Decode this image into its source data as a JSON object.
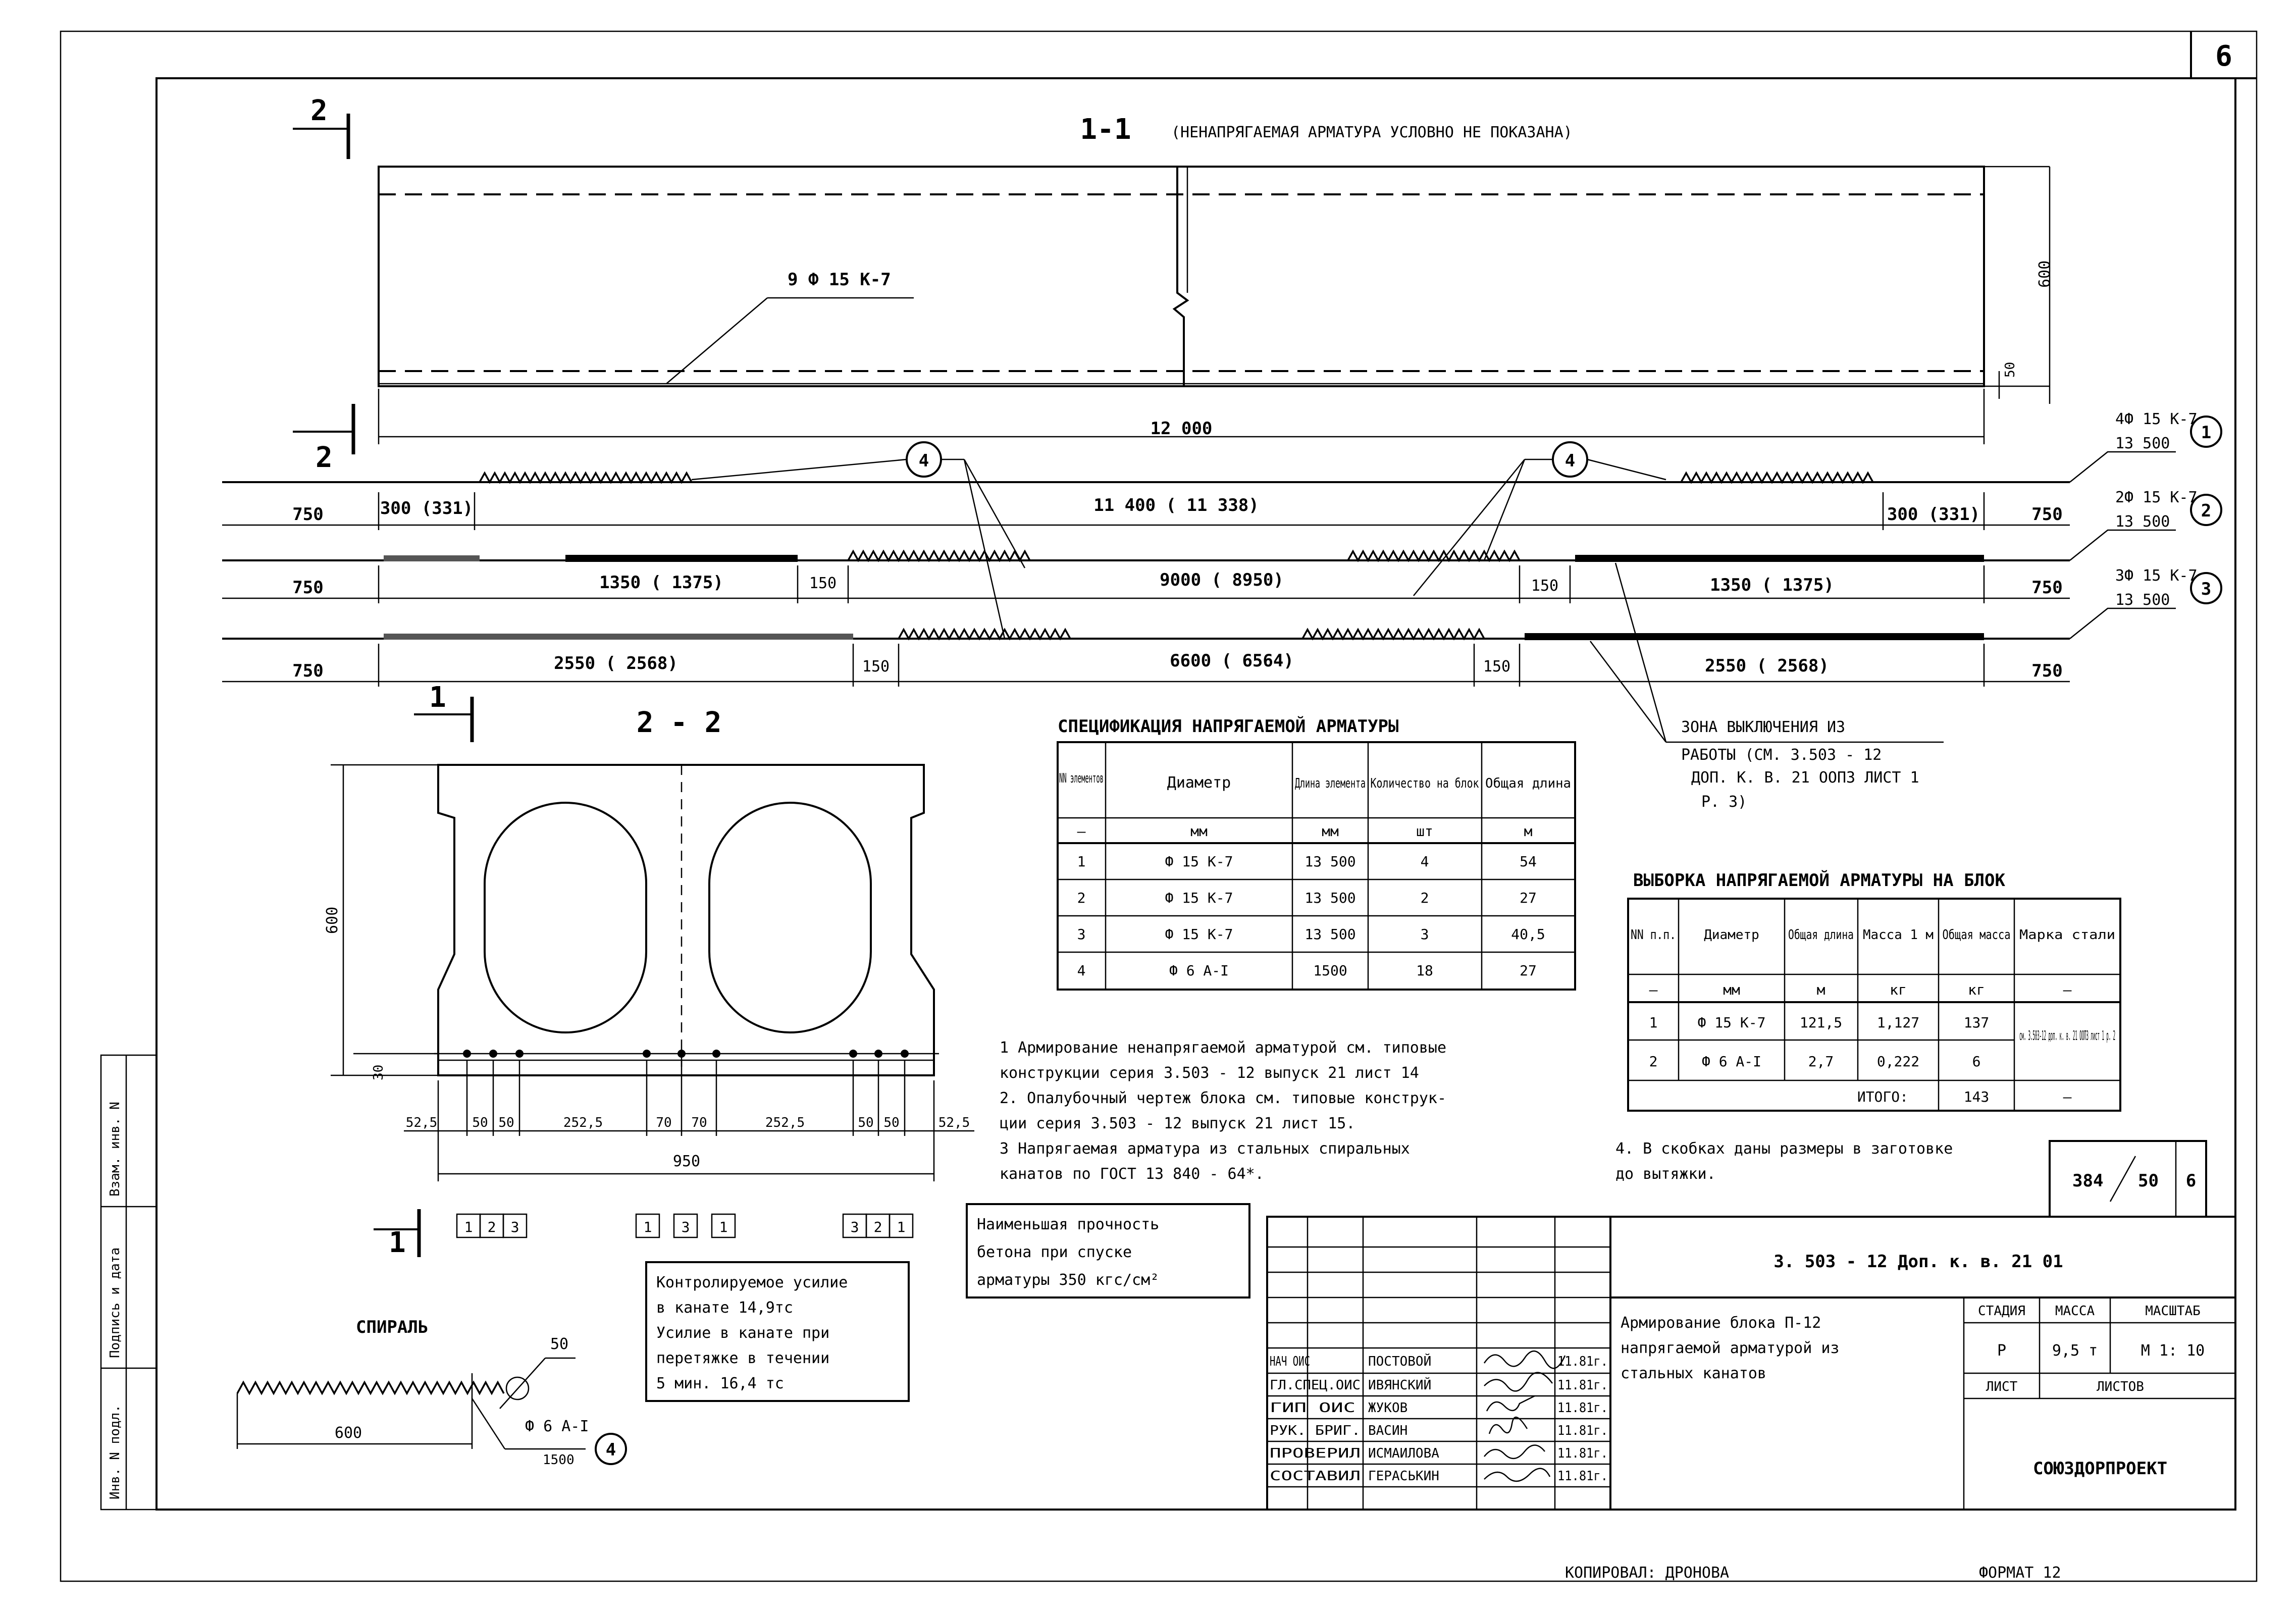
{
  "sheet": {
    "number": "6",
    "code": "384",
    "code2": "50",
    "code3": "6",
    "copied_by": "КОПИРОВАЛ: ДРОНОВА",
    "format": "ФОРМАТ 12"
  },
  "section11": {
    "title": "1-1",
    "note": "(НЕНАПРЯГАЕМАЯ АРМАТУРА УСЛОВНО НЕ ПОКАЗАНА)",
    "strand_label": "9 Ф 15 К-7",
    "height": "600",
    "bottom_cover": "50",
    "length": "12 000",
    "cut_mark": "2"
  },
  "strands": {
    "callout": "4",
    "r1": {
      "spec": "4Ф 15 К-7",
      "length": "13 500",
      "num": "1",
      "dims": [
        "750",
        "300 (331)",
        "11 400 ( 11 338)",
        "300 (331)",
        "750"
      ]
    },
    "r2": {
      "spec": "2Ф 15 К-7",
      "length": "13 500",
      "num": "2",
      "dims": [
        "750",
        "1350 ( 1375)",
        "150",
        "9000 ( 8950)",
        "150",
        "1350 ( 1375)",
        "750"
      ]
    },
    "r3": {
      "spec": "3Ф 15 К-7",
      "length": "13 500",
      "num": "3",
      "dims": [
        "750",
        "2550 ( 2568)",
        "150",
        "6600 ( 6564)",
        "150",
        "2550 ( 2568)",
        "750"
      ]
    },
    "zone_note": [
      "ЗОНА ВЫКЛЮЧЕНИЯ ИЗ",
      "РАБОТЫ (СМ. 3.503 - 12",
      "ДОП. К. В. 21 ООПЗ ЛИСТ 1",
      "Р. 3)"
    ]
  },
  "section22": {
    "title": "2 - 2",
    "cut_mark": "1",
    "height": "600",
    "bottom": "30",
    "dims": [
      "52,5",
      "50",
      "50",
      "252,5",
      "70",
      "70",
      "252,5",
      "50",
      "50",
      "52,5"
    ],
    "width": "950",
    "boxes": [
      "1",
      "2",
      "3",
      "1",
      "3",
      "1",
      "3",
      "2",
      "1"
    ]
  },
  "spiral": {
    "title": "СПИРАЛЬ",
    "pitch": "50",
    "length": "600",
    "spec": "Ф 6 А-I",
    "total": "1500",
    "num": "4"
  },
  "effort": {
    "lines": [
      "Контролируемое усилие",
      "в канате        14,9тс",
      "Усилие в канате   при",
      "перетяжке в течении",
      "5 мин.          16,4 тс"
    ]
  },
  "strength": {
    "lines": [
      "Наименьшая прочность",
      "бетона при спуске",
      "арматуры  350 кгс/см²"
    ]
  },
  "spec_table": {
    "title": "СПЕЦИФИКАЦИЯ НАПРЯГАЕМОЙ АРМАТУРЫ",
    "headers": [
      "NN элементов",
      "Диаметр",
      "Длина элемента",
      "Количество на блок",
      "Общая длина"
    ],
    "units": [
      "—",
      "мм",
      "мм",
      "шт",
      "м"
    ],
    "rows": [
      [
        "1",
        "Ф 15 К-7",
        "13 500",
        "4",
        "54"
      ],
      [
        "2",
        "Ф 15 К-7",
        "13 500",
        "2",
        "27"
      ],
      [
        "3",
        "Ф 15 К-7",
        "13 500",
        "3",
        "40,5"
      ],
      [
        "4",
        "Ф 6 А-I",
        "1500",
        "18",
        "27"
      ]
    ]
  },
  "sample_table": {
    "title": "ВЫБОРКА НАПРЯГАЕМОЙ АРМАТУРЫ НА БЛОК",
    "headers": [
      "NN п.п.",
      "Диаметр",
      "Общая длина",
      "Масса 1 м",
      "Общая масса",
      "Марка стали"
    ],
    "units": [
      "—",
      "мм",
      "м",
      "кг",
      "кг",
      "—"
    ],
    "rows": [
      [
        "1",
        "Ф 15 К-7",
        "121,5",
        "1,127",
        "137",
        "см. 3.503-12 доп. к. в. 21 ООПЗ лист 1 р. 2"
      ],
      [
        "2",
        "Ф 6 А-I",
        "2,7",
        "0,222",
        "6",
        ""
      ]
    ],
    "total_label": "ИТОГО:",
    "total_value": "143",
    "total_steel": "—"
  },
  "notes": [
    "1 Армирование ненапрягаемой арматурой см. типовые",
    "   конструкции серия 3.503 - 12 выпуск 21 лист 14",
    "2. Опалубочный чертеж блока см. типовые конструк-",
    "   ции серия 3.503 - 12 выпуск 21 лист 15.",
    "3 Напрягаемая арматура из стальных спиральных",
    "   канатов по ГОСТ 13 840 - 64*."
  ],
  "note4": [
    "4. В скобках даны размеры в заготовке",
    "   до вытяжки."
  ],
  "stamp": {
    "doc": "3. 503 - 12  Доп. к. в. 21   01",
    "title_lines": [
      "Армирование блока П-12",
      "напрягаемой арматурой из",
      "стальных канатов"
    ],
    "stage_h": "СТАДИЯ",
    "mass_h": "МАССА",
    "scale_h": "МАСШТАБ",
    "stage": "Р",
    "mass": "9,5 т",
    "scale": "М 1: 10",
    "sheet_h": "ЛИСТ",
    "sheets_h": "ЛИСТОВ",
    "org": "СОЮЗДОРПРОЕКТ",
    "people": [
      [
        "НАЧ ОИС",
        "ПОСТОВОЙ",
        "11.81г."
      ],
      [
        "ГЛ.СПЕЦ.ОИС",
        "ИВЯНСКИЙ",
        "11.81г."
      ],
      [
        "ГИП ОИС",
        "ЖУКОВ",
        "11.81г."
      ],
      [
        "РУК. БРИГ.",
        "ВАСИН",
        "11.81г."
      ],
      [
        "ПРОВЕРИЛ",
        "ИСМАИЛОВА",
        "11.81г."
      ],
      [
        "СОСТАВИЛ",
        "ГЕРАСЬКИН",
        "11.81г."
      ]
    ]
  },
  "sidebar": [
    "Инв. N подл.",
    "Подпись и дата",
    "Взам. инв. N"
  ]
}
